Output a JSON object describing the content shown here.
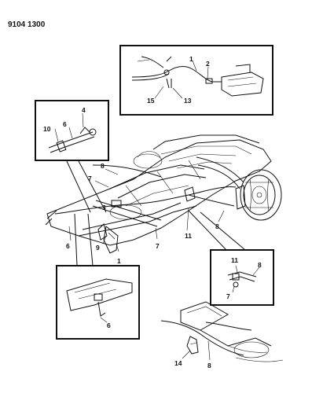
{
  "header": {
    "part_number": "9104 1300"
  },
  "callouts": {
    "top_inset": [
      "1",
      "2",
      "15",
      "13"
    ],
    "left_inset": [
      "4",
      "10",
      "6"
    ],
    "main": [
      "8",
      "7",
      "3",
      "9",
      "1",
      "6",
      "7",
      "11",
      "8"
    ],
    "bottom_left_inset": [
      "6"
    ],
    "right_inset": [
      "11",
      "8",
      "7"
    ],
    "bottom_right": [
      "14",
      "8"
    ]
  }
}
